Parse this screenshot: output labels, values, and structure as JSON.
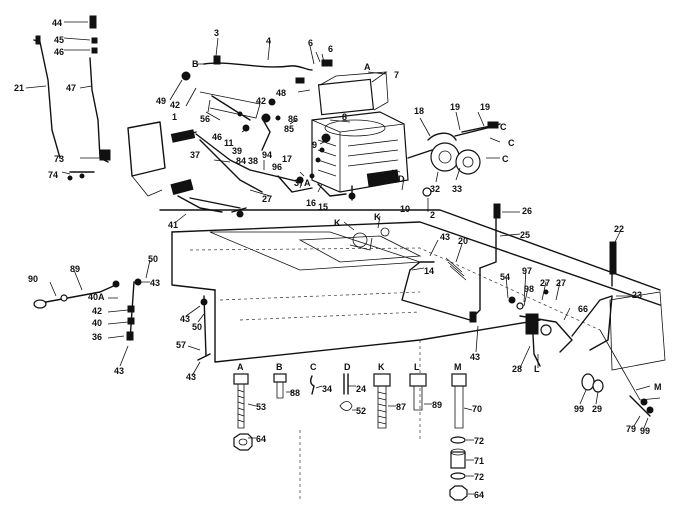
{
  "diagram": {
    "labels": {
      "l44": "44",
      "l45": "45",
      "l46": "46",
      "l21": "21",
      "l47": "47",
      "l73": "73",
      "l74": "74",
      "l3": "3",
      "l4": "4",
      "lB1": "B",
      "l6a": "6",
      "l6b": "6",
      "lA1": "A",
      "l7": "7",
      "l48": "48",
      "l42a": "42",
      "l49": "49",
      "l56": "56",
      "l1": "1",
      "l8": "8",
      "l9": "9",
      "l18": "18",
      "l19a": "19",
      "l19b": "19",
      "lCa": "C",
      "lCb": "C",
      "lCc": "C",
      "l32": "32",
      "l33": "33",
      "l2": "2",
      "l10": "10",
      "lD1": "D",
      "l11": "11",
      "l42b": "42",
      "l46b": "46",
      "l85": "85",
      "l86": "86",
      "l84": "84",
      "l39": "39",
      "l38": "38",
      "l94": "94",
      "l37": "37",
      "l96": "96",
      "l17": "17",
      "l37A": "37A",
      "l16": "16",
      "l15": "15",
      "l27a": "27",
      "l41": "41",
      "lKa": "K",
      "lKb": "K",
      "l26": "26",
      "l25": "25",
      "l43a": "43",
      "l20": "20",
      "l14": "14",
      "l22": "22",
      "l23": "23",
      "l90": "90",
      "l89": "89",
      "l50a": "50",
      "l43b": "43",
      "l40A": "40A",
      "l42c": "42",
      "l40": "40",
      "l36": "36",
      "l43c": "43",
      "l57": "57",
      "l43d": "43",
      "l50b": "50",
      "l43e": "43",
      "l54": "54",
      "l97": "97",
      "l98": "98",
      "l27b": "27",
      "l27c": "27",
      "l66": "66",
      "l28": "28",
      "lL1": "L",
      "l43f": "43",
      "l99a": "99",
      "l29": "29",
      "lM1": "M",
      "l79": "79",
      "l99b": "99",
      "hA": "A",
      "hB": "B",
      "hC": "C",
      "hD": "D",
      "hK": "K",
      "hL": "L",
      "hM": "M",
      "h53": "53",
      "h64a": "64",
      "h88": "88",
      "h34": "34",
      "h24": "24",
      "h52": "52",
      "h87": "87",
      "h89": "89",
      "h70": "70",
      "h72a": "72",
      "h71": "71",
      "h72b": "72",
      "h64b": "64"
    }
  }
}
